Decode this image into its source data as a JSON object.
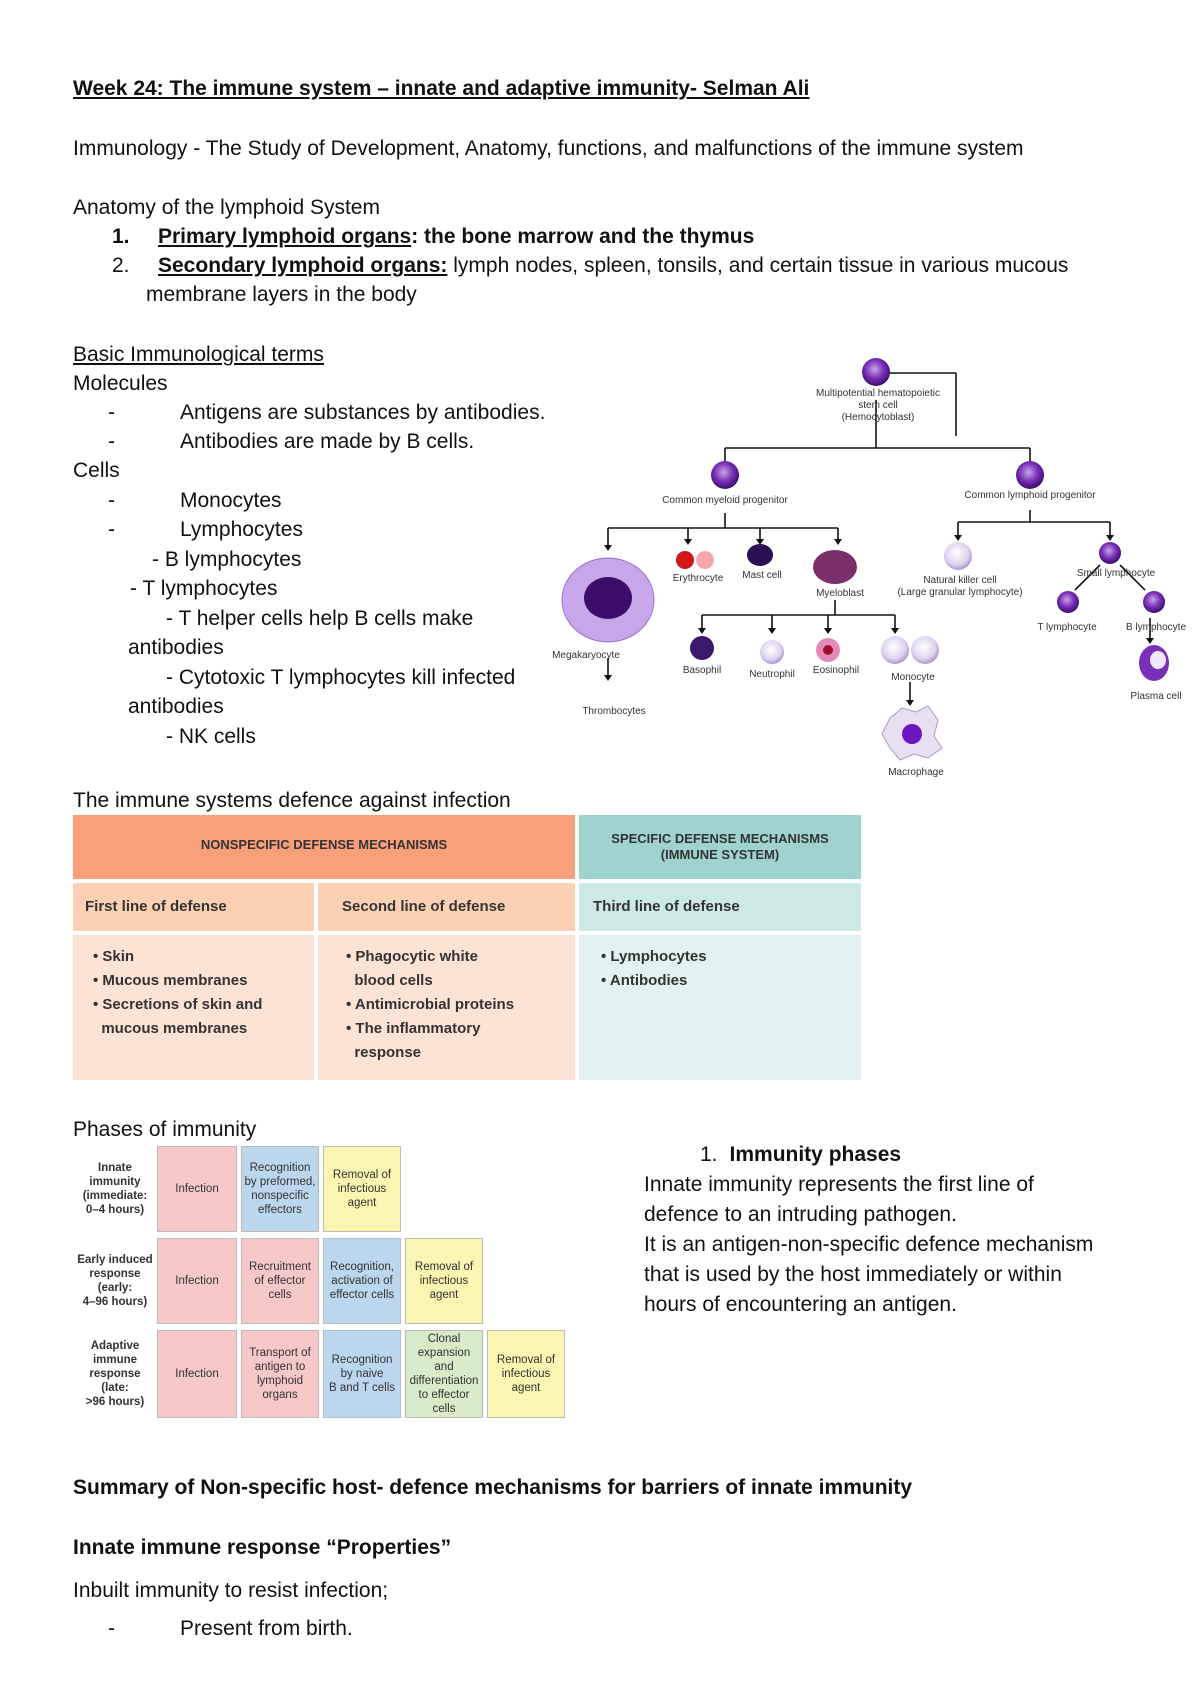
{
  "title": "Week 24: The immune system – innate and adaptive immunity- Selman Ali",
  "immunology_definition": "Immunology - The Study of Development, Anatomy, functions, and malfunctions of the immune system",
  "anatomy": {
    "heading": "Anatomy of the lymphoid System",
    "item1_num": "1.",
    "item1_term": "Primary lymphoid organs",
    "item1_rest": ": the bone marrow and the thymus",
    "item2_num": "2.",
    "item2_term": "Secondary lymphoid organs:",
    "item2_rest": " lymph nodes, spleen, tonsils, and certain tissue in various mucous",
    "item2_cont": "membrane layers in the body"
  },
  "terms": {
    "heading": "Basic Immunological terms",
    "molecules": "Molecules",
    "mol1": "Antigens are substances by antibodies.",
    "mol2": "Antibodies are made by B cells.",
    "cells": "Cells",
    "cell1": "Monocytes",
    "cell2": "Lymphocytes",
    "cell3": "- B lymphocytes",
    "cell4": "- T lymphocytes",
    "cell5": "- T helper cells help B cells make",
    "cell5b": "antibodies",
    "cell6": "- Cytotoxic T lymphocytes kill infected",
    "cell6b": "antibodies",
    "cell7": "- NK cells",
    "dash": "-"
  },
  "diagram": {
    "stem": "Multipotential hematopoietic stem cell (Hemocytoblast)",
    "stem_l1": "Multipotential hematopoietic",
    "stem_l2": "stem cell",
    "stem_l3": "(Hemocytoblast)",
    "myeloid": "Common myeloid progenitor",
    "lymphoid": "Common lymphoid progenitor",
    "erythrocyte": "Erythrocyte",
    "mast": "Mast cell",
    "myeloblast": "Myeloblast",
    "megakaryocyte": "Megakaryocyte",
    "thrombocytes": "Thrombocytes",
    "basophil": "Basophil",
    "neutrophil": "Neutrophil",
    "eosinophil": "Eosinophil",
    "monocyte": "Monocyte",
    "macrophage": "Macrophage",
    "nk_l1": "Natural killer cell",
    "nk_l2": "(Large granular lymphocyte)",
    "small_lymph": "Small lymphocyte",
    "t_lymph": "T lymphocyte",
    "b_lymph": "B lymphocyte",
    "plasma": "Plasma cell"
  },
  "defence": {
    "heading": "The immune systems defence against infection",
    "nonspecific": "NONSPECIFIC DEFENSE MECHANISMS",
    "specific_l1": "SPECIFIC DEFENSE MECHANISMS",
    "specific_l2": "(IMMUNE SYSTEM)",
    "first": "First line of defense",
    "second": "Second line of defense",
    "third": "Third line of defense",
    "first_items": [
      "• Skin",
      "• Mucous membranes",
      "• Secretions of skin and",
      "  mucous membranes"
    ],
    "second_items": [
      "• Phagocytic white",
      "  blood cells",
      "• Antimicrobial proteins",
      "• The inflammatory",
      "  response"
    ],
    "third_items": [
      "• Lymphocytes",
      "• Antibodies"
    ],
    "colors": {
      "orange_head": "#f99f7c",
      "orange_sub": "#fbd0b3",
      "orange_body": "#fde3d4",
      "teal_head": "#9fd3cf",
      "teal_sub": "#cce9e6",
      "teal_body": "#e1f2f0"
    }
  },
  "phases": {
    "heading": "Phases of immunity",
    "rows": [
      {
        "label": [
          "Innate",
          "immunity",
          "(immediate:",
          "0–4 hours)"
        ],
        "boxes": [
          [
            "Infection"
          ],
          [
            "Recognition",
            "by preformed,",
            "nonspecific",
            "effectors"
          ],
          [
            "Removal of",
            "infectious",
            "agent"
          ]
        ]
      },
      {
        "label": [
          "Early induced",
          "response",
          "(early:",
          "4–96 hours)"
        ],
        "boxes": [
          [
            "Infection"
          ],
          [
            "Recruitment",
            "of effector",
            "cells"
          ],
          [
            "Recognition,",
            "activation of",
            "effector cells"
          ],
          [
            "Removal of",
            "infectious",
            "agent"
          ]
        ]
      },
      {
        "label": [
          "Adaptive",
          "immune",
          "response",
          "(late:",
          ">96 hours)"
        ],
        "boxes": [
          [
            "Infection"
          ],
          [
            "Transport of",
            "antigen to",
            "lymphoid",
            "organs"
          ],
          [
            "Recognition",
            "by naive",
            "B and T cells"
          ],
          [
            "Clonal",
            "expansion",
            "and",
            "differentiation",
            "to effector cells"
          ],
          [
            "Removal of",
            "infectious",
            "agent"
          ]
        ]
      }
    ]
  },
  "immunity_phases": {
    "num": "1.",
    "heading": "Immunity phases",
    "lines": [
      "Innate immunity represents the first line of",
      "defence to an intruding pathogen.",
      "It is an antigen-non-specific defence mechanism",
      "that is used by the host immediately or within",
      "hours of encountering an antigen."
    ]
  },
  "summary_heading": "Summary of Non-specific host- defence mechanisms for barriers of innate immunity",
  "properties_heading": "Innate immune response “Properties”",
  "inbuilt": "Inbuilt immunity to resist infection;",
  "present": "Present from birth."
}
